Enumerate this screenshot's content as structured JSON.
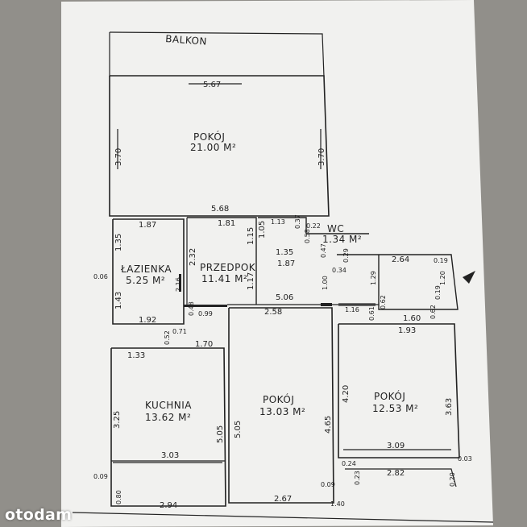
{
  "balcony": "BALKON",
  "rooms": {
    "living": {
      "name": "POKÓJ",
      "area": "21.00 M²"
    },
    "bathroom": {
      "name": "ŁAZIENKA",
      "area": "5.25 M²"
    },
    "hall": {
      "name": "PRZEDPOK",
      "area": "11.41 M²"
    },
    "wc": {
      "name": "WC",
      "area": "1.34 M²"
    },
    "kitchen": {
      "name": "KUCHNIA",
      "area": "13.62 M²"
    },
    "room_mid": {
      "name": "POKÓJ",
      "area": "13.03 M²"
    },
    "room_right": {
      "name": "POKÓJ",
      "area": "12.53 M²"
    }
  },
  "dimensions": {
    "living_top": "5.67",
    "living_left": "3.70",
    "living_right": "3.70",
    "living_bottom": "5.68",
    "bath_top": "1.87",
    "bath_left_upper": "1.35",
    "bath_left_lower": "1.43",
    "bath_bottom": "1.92",
    "bath_inner_a": "2.16",
    "bath_ext": "0.06",
    "hall_top": "1.81",
    "hall_left": "2.32",
    "hall_right_upper": "1.15",
    "hall_right_lower": "1.17",
    "hall_mid": "1.87",
    "hall_corr_a": "1.35",
    "hall_corr_b": "1.05",
    "hall_door_a": "0.48",
    "hall_door_b": "0.99",
    "wc_top": "1.13",
    "wc_side_a": "0.37",
    "wc_side_b": "0.22",
    "wc_side_c": "0.58",
    "wc_side_d": "0.47",
    "wc_side_e": "0.29",
    "wc_side_f": "0.34",
    "corridor_long": "5.06",
    "corridor_mid": "2.58",
    "corridor_v": "1.00",
    "corridor_r": "1.16",
    "right_top": "2.64",
    "right_a": "0.19",
    "right_b": "1.29",
    "right_c": "1.20",
    "right_d": "0.19",
    "right_e": "0.62",
    "right_f": "0.61",
    "right_g": "1.60",
    "right_h": "0.62",
    "right_i": "1.93",
    "kitchen_top_a": "0.52",
    "kitchen_top_b": "0.71",
    "kitchen_top_c": "1.70",
    "kitchen_top_d": "1.33",
    "kitchen_left": "3.25",
    "kitchen_right": "5.05",
    "kitchen_width": "3.03",
    "kitchen_bottom": "2.94",
    "kitchen_low_a": "0.09",
    "kitchen_low_b": "0.80",
    "mid_left": "5.05",
    "mid_right": "4.65",
    "mid_bottom": "2.67",
    "mid_low_a": "0.09",
    "mid_low_b": "1.40",
    "rr_left": "4.20",
    "rr_right": "3.63",
    "rr_width": "3.09",
    "rr_bottom": "2.82",
    "rr_low_a": "0.24",
    "rr_low_b": "0.23",
    "rr_low_c": "0.03",
    "rr_low_d": "0.20"
  },
  "watermark": "otodam"
}
